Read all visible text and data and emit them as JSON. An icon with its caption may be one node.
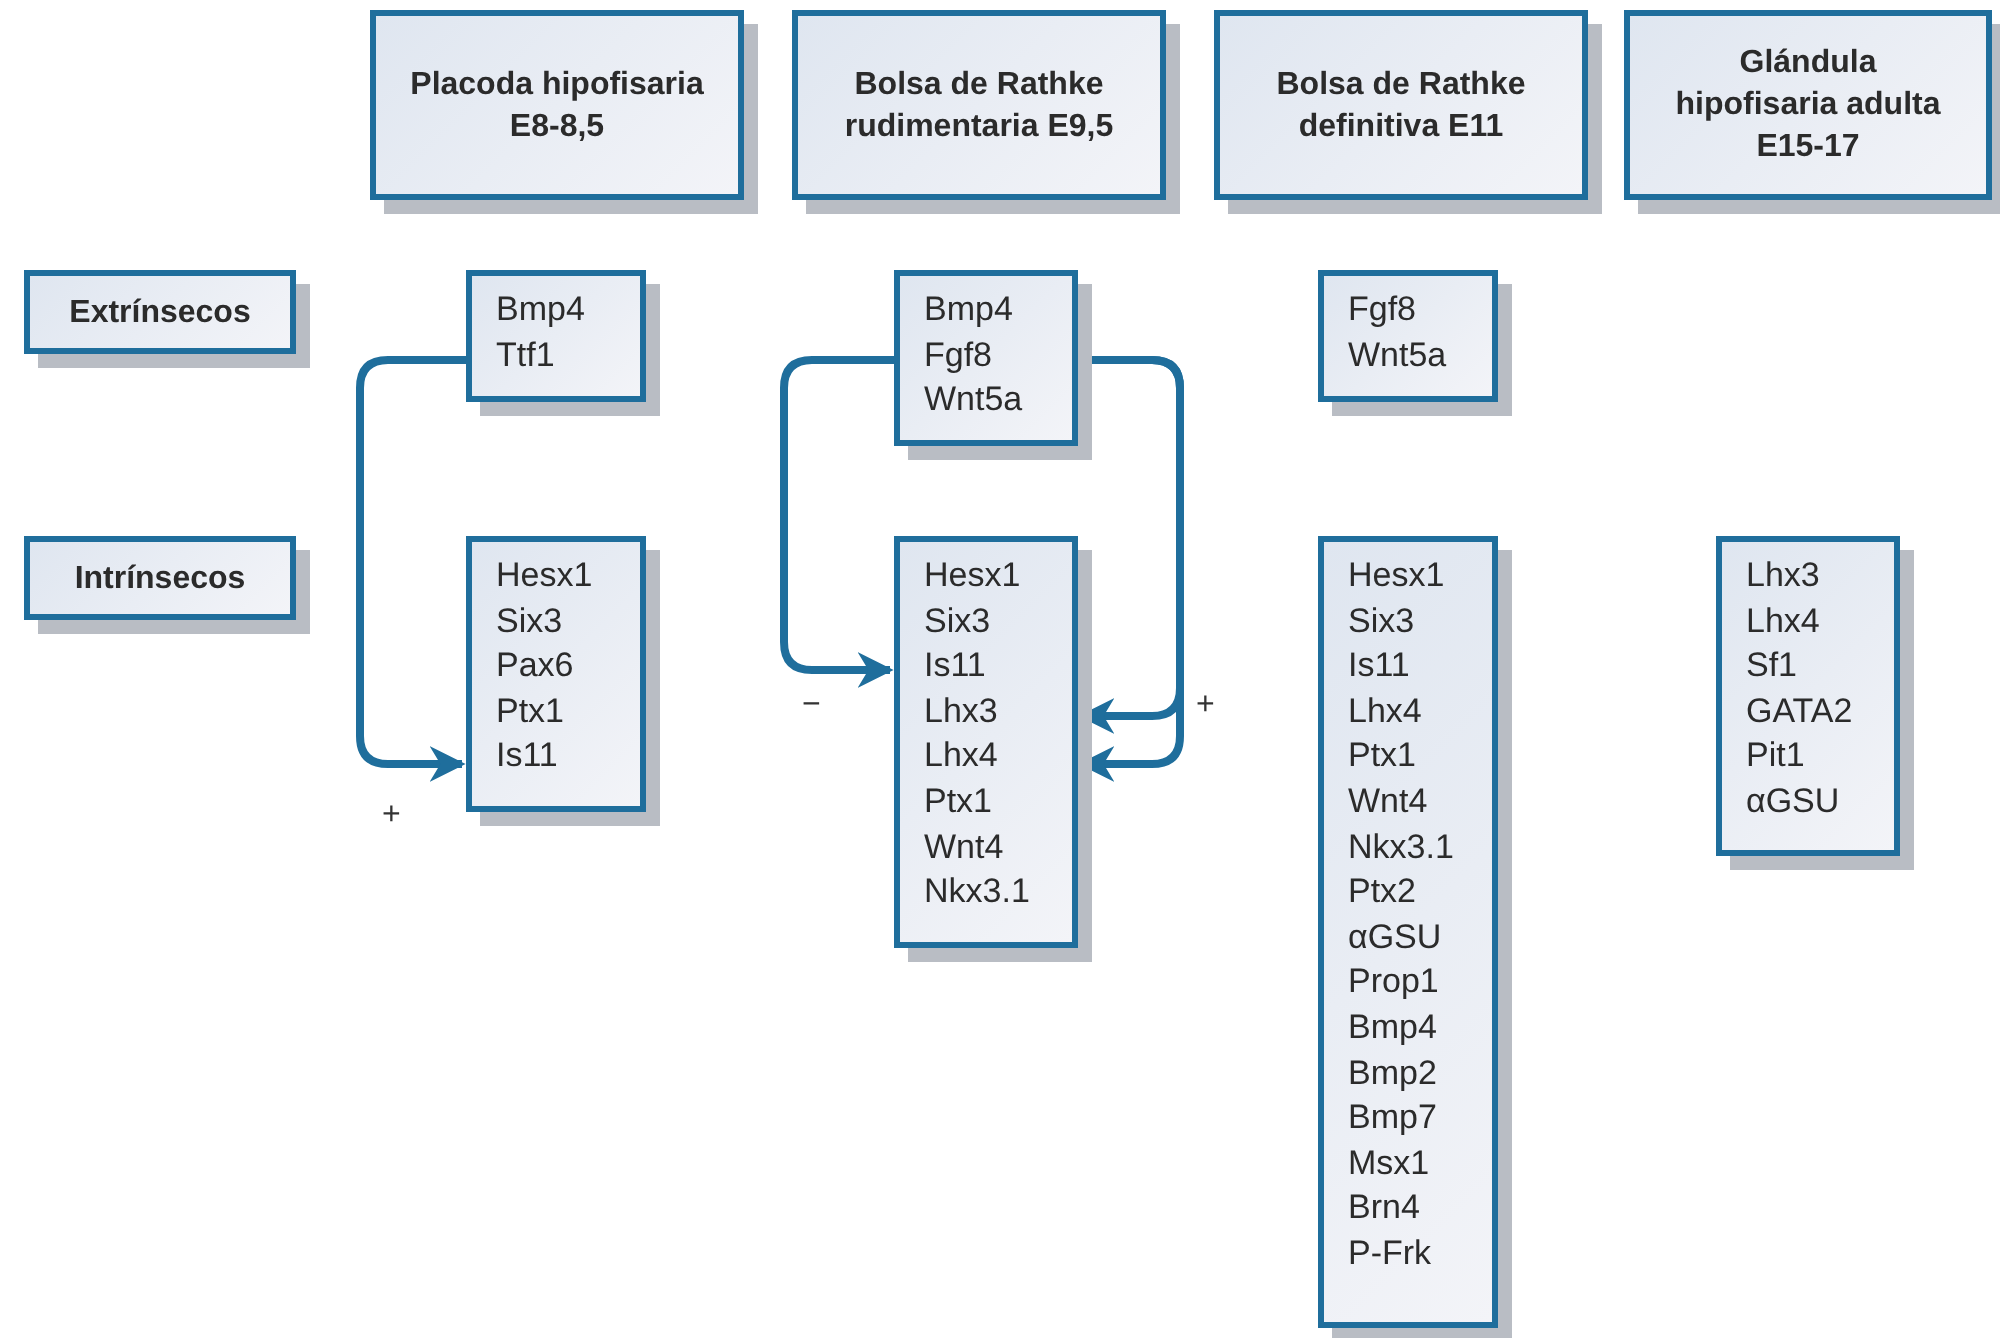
{
  "diagram": {
    "nodes": [
      {
        "text": [
          "Placoda hipofisaria E8-8,5"
        ]
      },
      {
        "text": [
          "Bolsa de Rathke rudimentaria E9,5"
        ]
      },
      {
        "text": [
          "Bolsa de Rathke definitiva E11"
        ]
      },
      {
        "text": [
          "Glándula hipofisaria adulta E15-17"
        ]
      },
      {
        "text": [
          "Extrínsecos"
        ]
      },
      {
        "text": [
          "Bmp4",
          "Ttf1"
        ]
      },
      {
        "text": [
          "Bmp4",
          "Fgf8",
          "Wnt5a"
        ]
      },
      {
        "text": [
          "Fgf8",
          "Wnt5a"
        ]
      },
      {
        "text": [
          "Intrínsecos"
        ]
      },
      {
        "text": [
          "Hesx1",
          "Six3",
          "Pax6",
          "Ptx1",
          "Is11"
        ]
      },
      {
        "text": [
          "Hesx1",
          "Six3",
          "Is11",
          "Lhx3",
          "Lhx4",
          "Ptx1",
          "Wnt4",
          "Nkx3.1"
        ]
      },
      {
        "text": [
          "Hesx1",
          "Six3",
          "Is11",
          "Lhx4",
          "Ptx1",
          "Wnt4",
          "Nkx3.1",
          "Ptx2",
          "αGSU",
          "Prop1",
          "Bmp4",
          "Bmp2",
          "Bmp7",
          "Msx1",
          "Brn4",
          "P-Frk"
        ]
      },
      {
        "text": [
          "Lhx3",
          "Lhx4",
          "Sf1",
          "GATA2",
          "Pit1",
          "αGSU"
        ]
      }
    ],
    "edges": [
      {
        "from": 5,
        "to": 9,
        "arrow": "to",
        "label": "+"
      },
      {
        "from": 6,
        "to": 10,
        "arrow": "to",
        "label": "−"
      },
      {
        "from": 6,
        "to": 10,
        "arrow": "to",
        "label": "+"
      },
      {
        "from": 6,
        "to": 10,
        "arrow": "to"
      }
    ]
  }
}
